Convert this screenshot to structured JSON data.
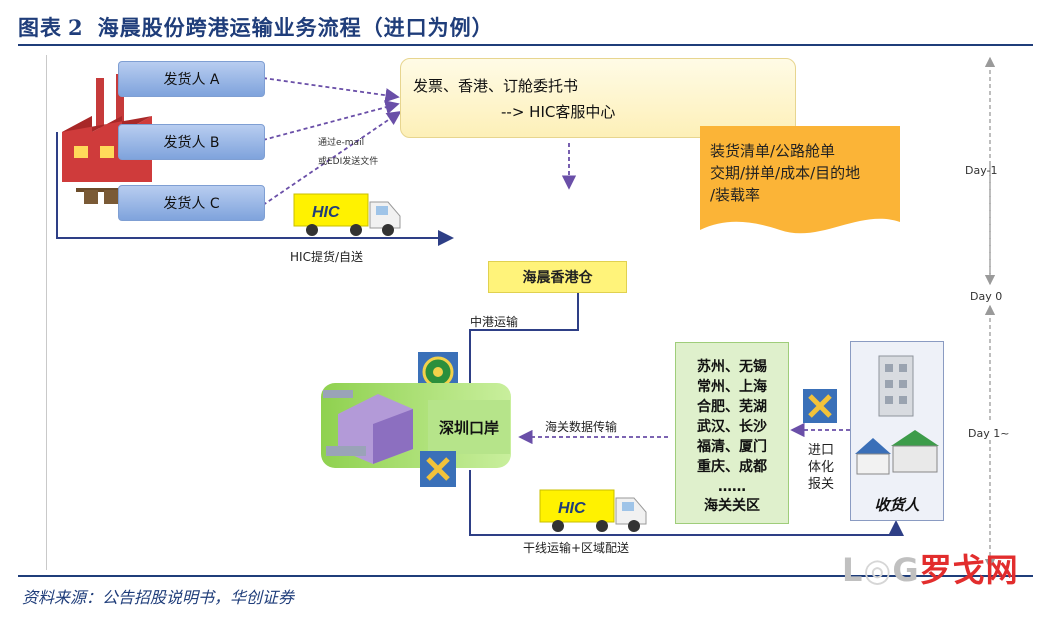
{
  "title": {
    "prefix": "图表",
    "number": "2",
    "text": "海晨股份跨港运输业务流程（进口为例）"
  },
  "shippers": [
    "发货人 A",
    "发货人 B",
    "发货人 C"
  ],
  "transmit_note": {
    "line1": "通过e-mail",
    "line2": "或EDI发送文件"
  },
  "yellow_box": {
    "line1": "发票、香港、订舱委托书",
    "line2": "-->  HIC客服中心"
  },
  "orange_doc": {
    "line1": "装货清单/公路舱单",
    "line2": "交期/拼单/成本/目的地",
    "line3": "/装载率"
  },
  "truck_logo": "HIC",
  "pickup_label": "HIC提货/自送",
  "hk_warehouse": "海晨香港仓",
  "hk_transport": "中港运输",
  "shenzhen_port": "深圳口岸",
  "customs_data": "海关数据传输",
  "cities": [
    "苏州、无锡",
    "常州、上海",
    "合肥、芜湖",
    "武汉、长沙",
    "福清、厦门",
    "重庆、成都",
    "……"
  ],
  "customs_zone": "海关关区",
  "import_customs": [
    "进口",
    "体化",
    "报关"
  ],
  "receiver": "收货人",
  "trunk_label": "干线运输+区域配送",
  "days": [
    "Day-1",
    "Day 0",
    "Day 1~"
  ],
  "source": "资料来源：公告招股说明书，华创证券",
  "watermark": {
    "prefix": "L",
    "mid": "G",
    "brand": "罗戈网"
  }
}
